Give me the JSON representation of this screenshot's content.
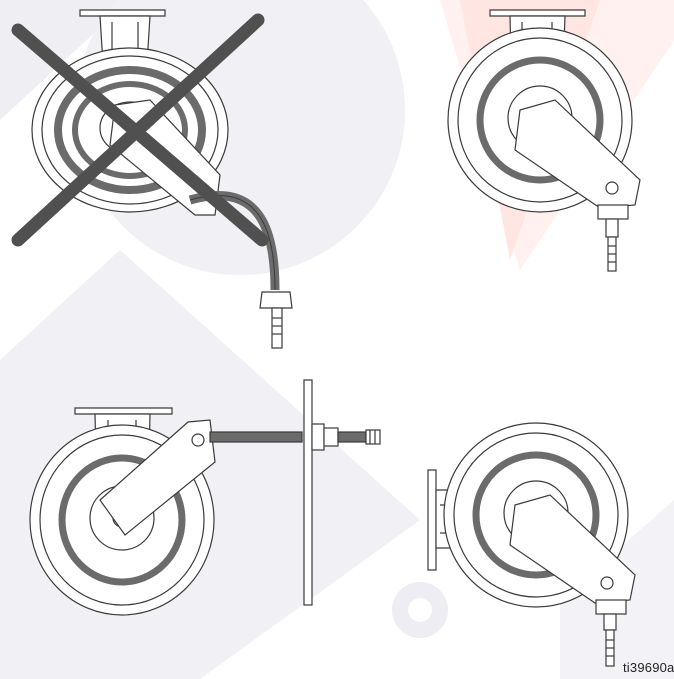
{
  "figure": {
    "label": "ti39690a",
    "scenarios": [
      {
        "id": "incorrect-routing",
        "status": "incorrect"
      },
      {
        "id": "hose-down",
        "status": "correct"
      },
      {
        "id": "hose-side-wall",
        "status": "correct"
      },
      {
        "id": "wall-mounted-hose-down",
        "status": "correct"
      }
    ]
  },
  "colors": {
    "watermark_gray": "#eeeef3",
    "watermark_pink": "#fff1ef",
    "line": "#3a3a3a",
    "hose": "#6b6b6b",
    "cross": "#505050"
  }
}
